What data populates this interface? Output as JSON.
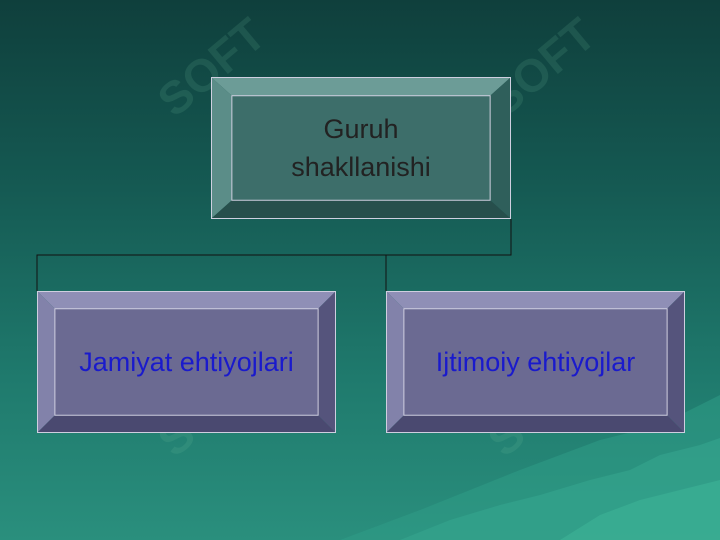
{
  "diagram": {
    "root": {
      "line1": "Guruh",
      "line2": "shakllanishi"
    },
    "children": [
      {
        "label": "Jamiyat ehtiyojlari"
      },
      {
        "label": "Ijtimoiy ehtiyojlar"
      }
    ]
  },
  "watermark": {
    "text": "SOFT"
  },
  "colors": {
    "root_face": "#3d6e6a",
    "child_face": "#6b6a92",
    "child_text": "#1a1acc",
    "root_text": "#222222"
  }
}
